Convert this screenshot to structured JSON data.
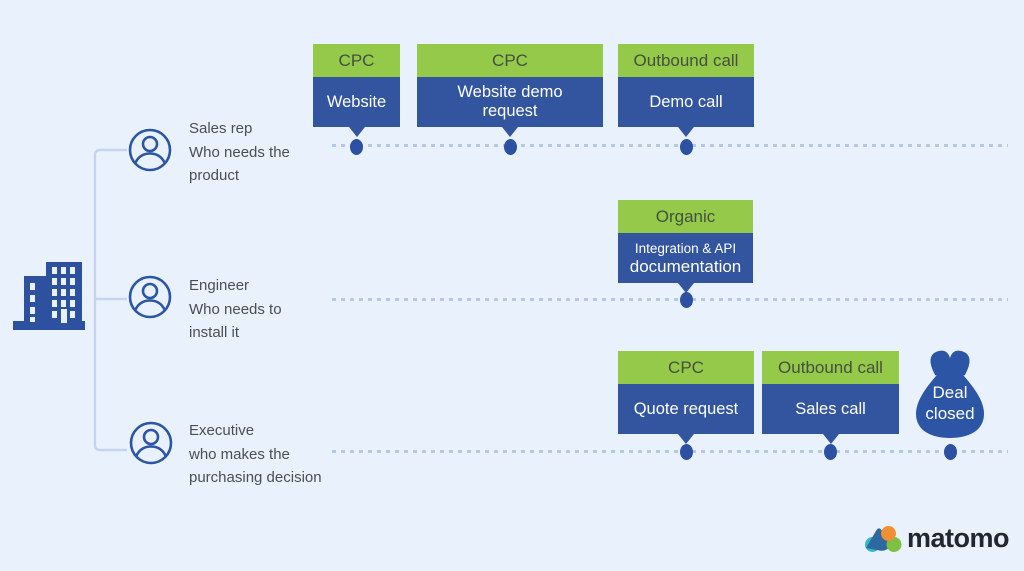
{
  "personas": [
    {
      "lines": [
        "Sales rep",
        "Who needs the",
        "product"
      ]
    },
    {
      "lines": [
        "Engineer",
        "Who needs to",
        "install it"
      ]
    },
    {
      "lines": [
        "Executive",
        "who makes the",
        "purchasing decision"
      ]
    }
  ],
  "touchpoints": {
    "row1": [
      {
        "channel": "CPC",
        "label": "Website"
      },
      {
        "channel": "CPC",
        "label": "Website demo request"
      },
      {
        "channel": "Outbound call",
        "label": "Demo call"
      }
    ],
    "row2": [
      {
        "channel": "Organic",
        "label_lines": [
          "Integration & API",
          "documentation"
        ]
      }
    ],
    "row3": [
      {
        "channel": "CPC",
        "label": "Quote request"
      },
      {
        "channel": "Outbound call",
        "label": "Sales call"
      }
    ]
  },
  "deal": {
    "lines": [
      "Deal",
      "closed"
    ]
  },
  "logo": {
    "text": "matomo"
  },
  "icons": [
    "company-building-icon",
    "person-icon",
    "money-bag-icon",
    "matomo-logo-icon"
  ],
  "colors": {
    "background": "#e9f2fc",
    "channel_green": "#94c94a",
    "channel_text": "#46503e",
    "card_blue": "#33549f",
    "dot_blue": "#2d50a1",
    "icon_blue": "#2d55a5",
    "timeline_dash": "#b5c7e8",
    "bracket_line": "#c6d4f0",
    "persona_text": "#4a4e55",
    "logo_teal": "#36b6c6",
    "logo_blue": "#2e68a0",
    "logo_orange": "#f18f34",
    "logo_green": "#7ec142",
    "logo_text": "#23262e"
  }
}
